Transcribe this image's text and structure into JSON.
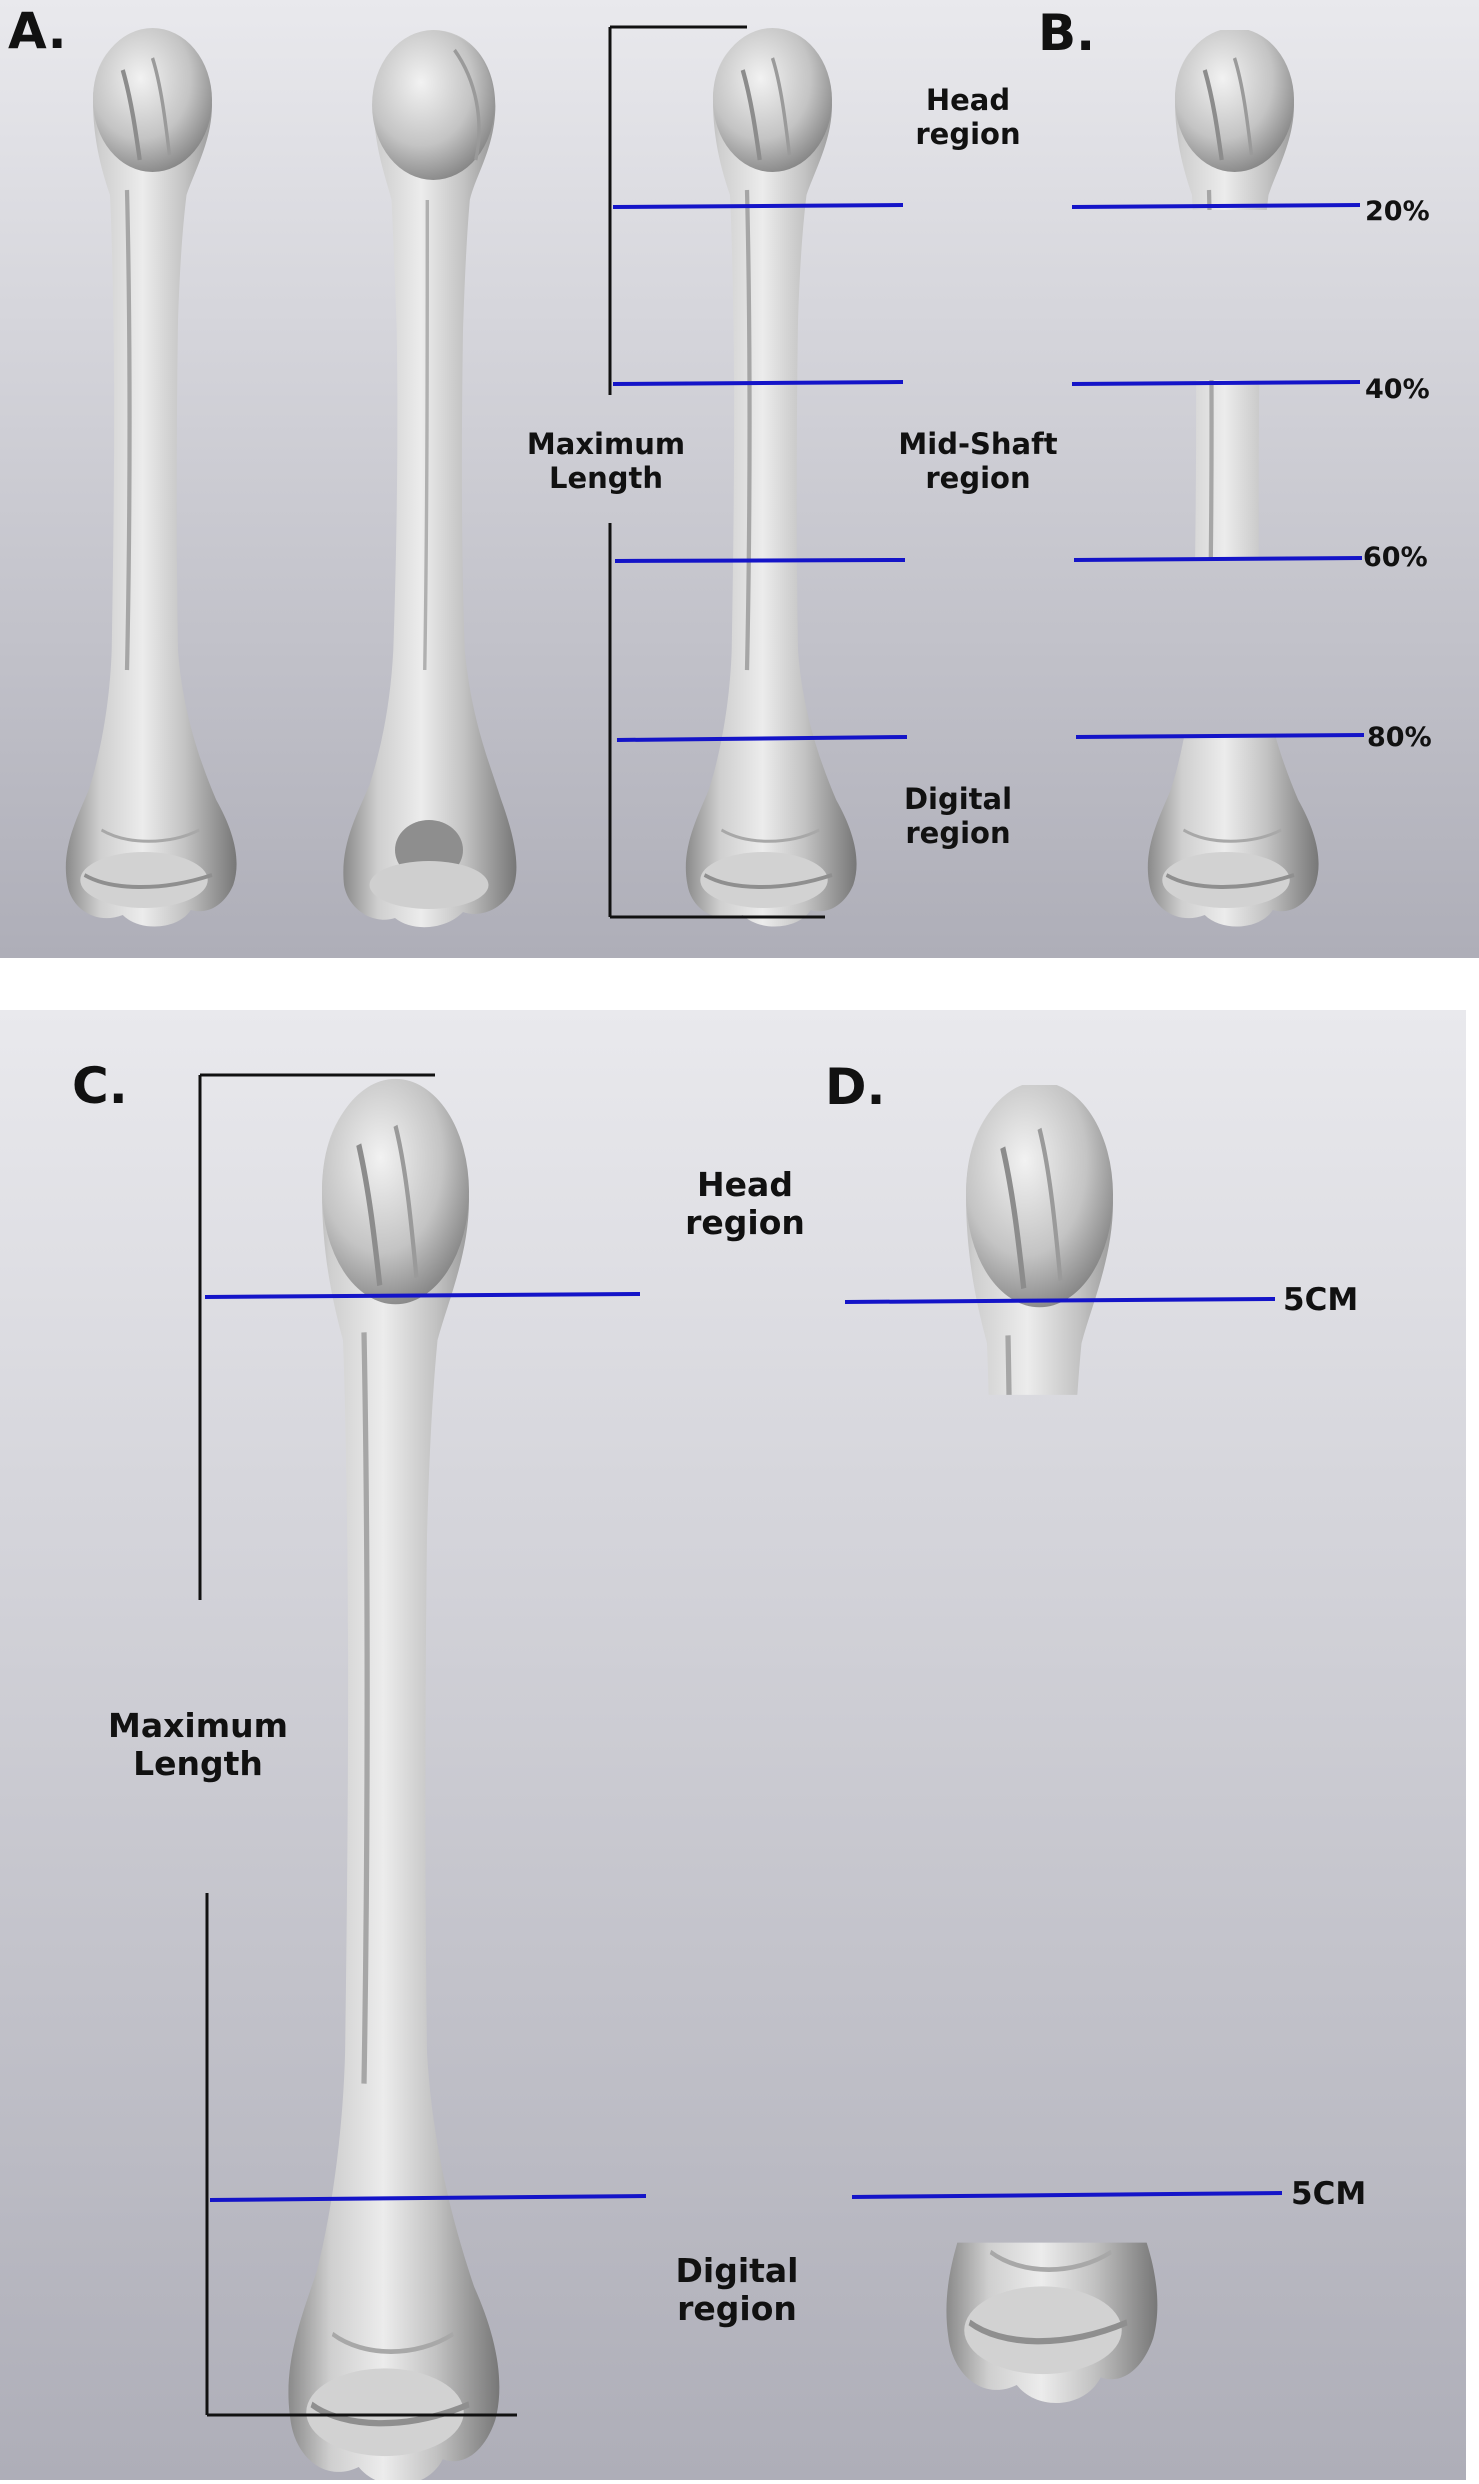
{
  "panels": {
    "a": {
      "letter": "A.",
      "max_length": [
        "Maximum",
        "Length"
      ],
      "head_region": [
        "Head",
        "region"
      ],
      "midshaft_region": [
        "Mid-Shaft",
        "region"
      ],
      "digital_region": [
        "Digital",
        "region"
      ]
    },
    "b": {
      "letter": "B.",
      "cuts": [
        "20%",
        "40%",
        "60%",
        "80%"
      ]
    },
    "c": {
      "letter": "C.",
      "max_length": [
        "Maximum",
        "Length"
      ],
      "head_region": [
        "Head",
        "region"
      ],
      "digital_region": [
        "Digital",
        "region"
      ]
    },
    "d": {
      "letter": "D.",
      "cuts": [
        "5CM",
        "5CM"
      ]
    }
  },
  "colors": {
    "cut_line": "#1414c8",
    "bracket": "#111111",
    "bone_light": "#e6e6e6",
    "bone_dark": "#7d7d7d",
    "background_top": "#e9e9ed",
    "background_bottom": "#aeaeb8"
  },
  "icons": {
    "bone": "humerus-bone-icon"
  }
}
